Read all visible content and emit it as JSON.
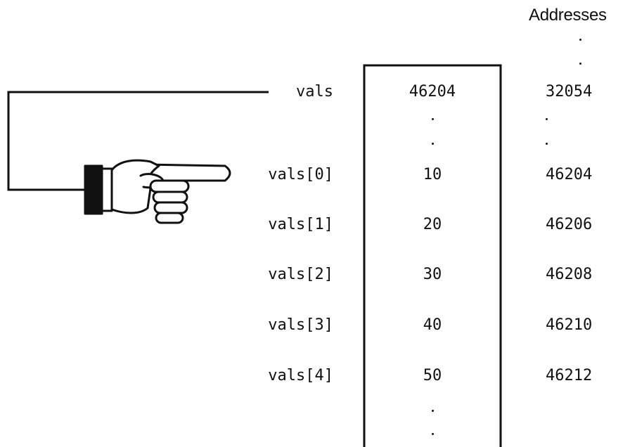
{
  "diagram": {
    "addresses_header": "Addresses",
    "pointer": {
      "name": "vals",
      "value": "46204",
      "address": "32054"
    },
    "elements": [
      {
        "name": "vals[0]",
        "value": "10",
        "address": "46204"
      },
      {
        "name": "vals[1]",
        "value": "20",
        "address": "46206"
      },
      {
        "name": "vals[2]",
        "value": "30",
        "address": "46208"
      },
      {
        "name": "vals[3]",
        "value": "40",
        "address": "46210"
      },
      {
        "name": "vals[4]",
        "value": "50",
        "address": "46212"
      }
    ],
    "pointing_icon": "pointing-hand-icon"
  }
}
